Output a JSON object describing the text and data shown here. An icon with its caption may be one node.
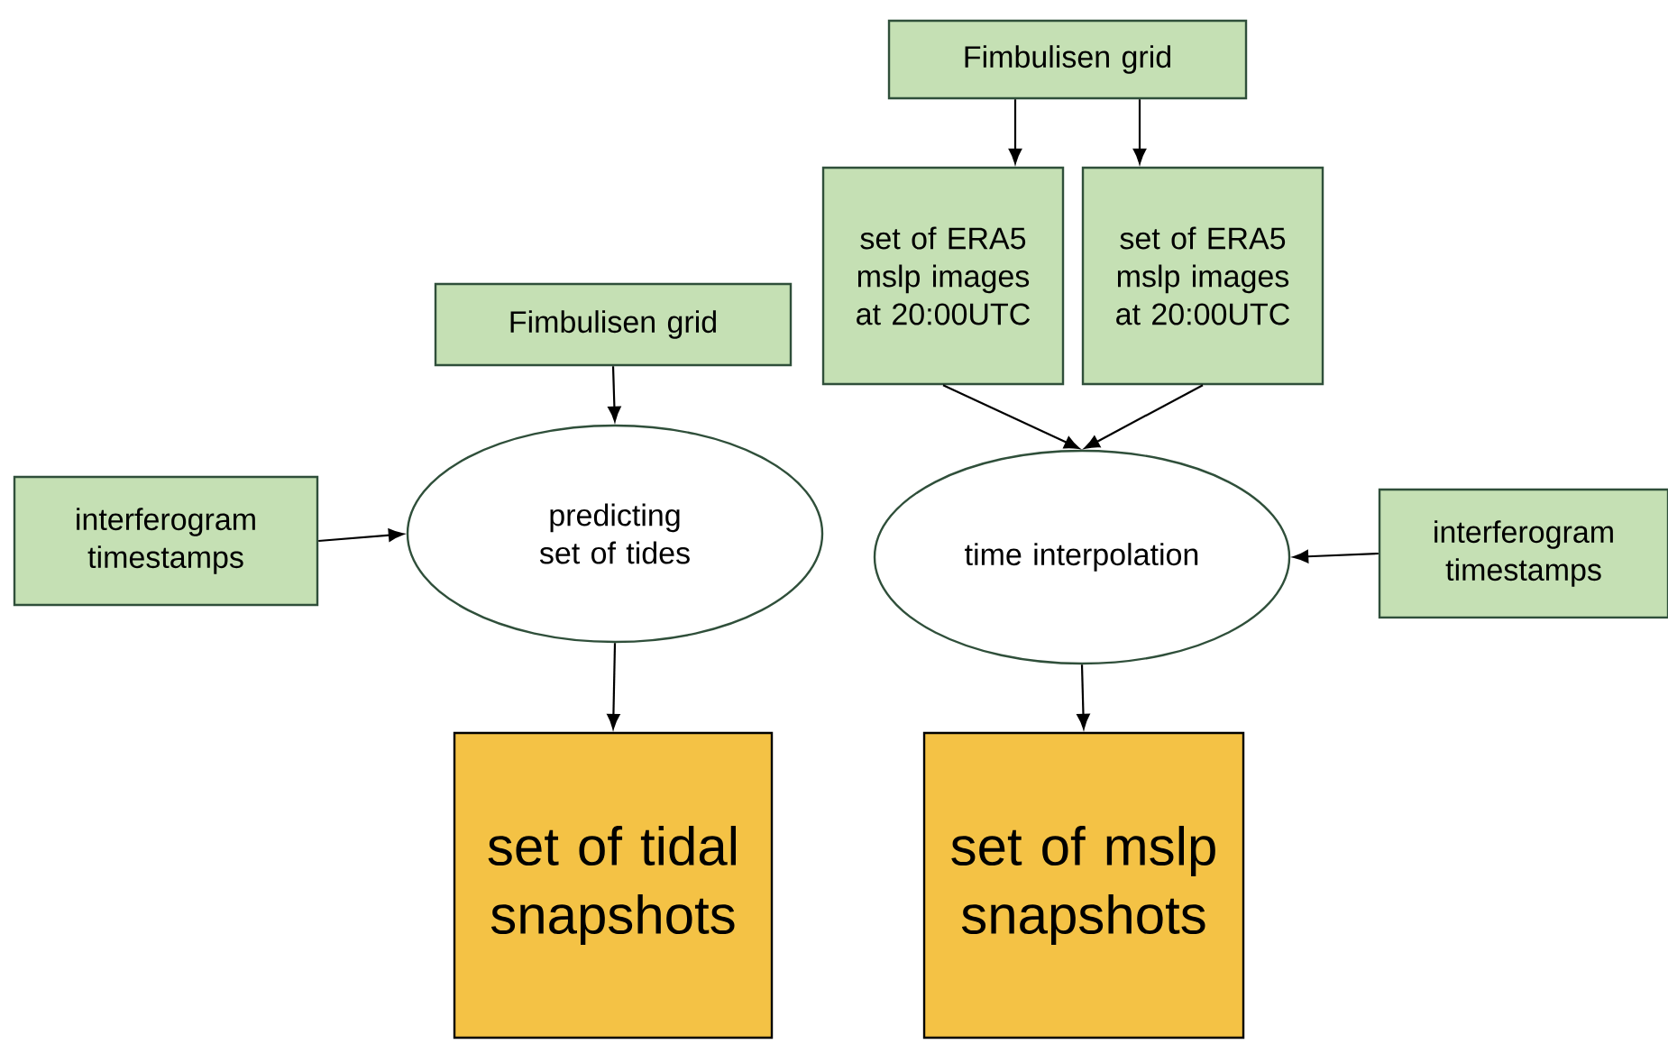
{
  "diagram": {
    "nodes": [
      {
        "text": [
          "Fimbulisen grid"
        ]
      },
      {
        "text": [
          "set of ERA5 mslp images at 20:00UTC"
        ]
      },
      {
        "text": [
          "set of ERA5 mslp images at 20:00UTC"
        ]
      },
      {
        "text": [
          "Fimbulisen grid"
        ]
      },
      {
        "text": [
          "interferogram timestamps"
        ]
      },
      {
        "text": [
          "predicting set of tides"
        ]
      },
      {
        "text": [
          "time interpolation"
        ]
      },
      {
        "text": [
          "interferogram timestamps"
        ]
      },
      {
        "text": [
          "set of tidal snapshots"
        ]
      },
      {
        "text": [
          "set of mslp snapshots"
        ]
      }
    ],
    "edges": [
      {
        "from": 0,
        "to": 1,
        "arrow": "to"
      },
      {
        "from": 0,
        "to": 2,
        "arrow": "to"
      },
      {
        "from": 3,
        "to": 5,
        "arrow": "to"
      },
      {
        "from": 4,
        "to": 5,
        "arrow": "to"
      },
      {
        "from": 1,
        "to": 6,
        "arrow": "to"
      },
      {
        "from": 2,
        "to": 6,
        "arrow": "to"
      },
      {
        "from": 7,
        "to": 6,
        "arrow": "to"
      },
      {
        "from": 5,
        "to": 8,
        "arrow": "to"
      },
      {
        "from": 6,
        "to": 9,
        "arrow": "to"
      }
    ]
  }
}
